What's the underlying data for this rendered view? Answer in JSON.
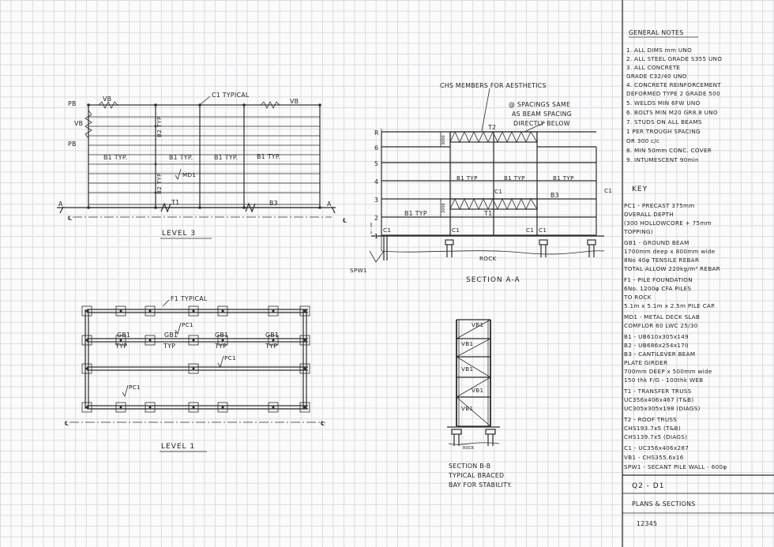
{
  "level3": {
    "title": "LEVEL 3",
    "tags": {
      "c1_typical": "C1 TYPICAL",
      "pb_top": "PB",
      "pb_low": "PB",
      "vb_left": "VB",
      "vb_top_left": "VB",
      "vb_top_right": "VB",
      "b2_typ_upper": "B2 TYP",
      "b2_typ_lower": "B2 TYP",
      "b1_typ_1": "B1 TYP.",
      "b1_typ_2": "B1 TYP.",
      "b1_typ_3": "B1 TYP.",
      "b1_typ_4": "B1 TYP.",
      "md1": "MD1",
      "t1": "T1",
      "b3": "B3",
      "a_left": "A",
      "a_right": "A",
      "cl": "℄"
    }
  },
  "section_aa": {
    "title": "SECTION A-A",
    "callout_chs": "CHS MEMBERS FOR AESTHETICS",
    "callout_spacing": [
      "@ SPACINGS SAME",
      "AS BEAM SPACING",
      "DIRECTLY BELOW"
    ],
    "levels": [
      "R",
      "6",
      "5",
      "4",
      "3",
      "2",
      "1"
    ],
    "t2": "T2",
    "t1": "T1",
    "b1_typ_left": "B1 TYP",
    "b1_typ_a": "B1 TYP",
    "b1_typ_b": "B1 TYP",
    "b1_typ_c": "B1 TYP",
    "b3": "B3",
    "c1_labels": [
      "C1",
      "C1",
      "C1",
      "C1",
      "C1",
      "C1"
    ],
    "rock": "ROCK",
    "spw1": "SPW1",
    "cl": "℄",
    "dim_3000": "3000",
    "dim_2000": "2000"
  },
  "level1": {
    "title": "LEVEL 1",
    "f1_typical": "F1 TYPICAL",
    "gb1": [
      "GB1",
      "GB1",
      "GB1",
      "GB1"
    ],
    "typ": [
      "TYP",
      "TYP",
      "TYP",
      "TYP"
    ],
    "pc1": [
      "PC1",
      "PC1",
      "PC1"
    ],
    "cl_left": "℄",
    "cl_right": "℄"
  },
  "section_bb": {
    "vb1": [
      "VB1",
      "VB1",
      "VB1",
      "VB1",
      "VB1"
    ],
    "rock": "ROCK",
    "caption": [
      "SECTION B-B",
      "TYPICAL BRACED",
      "BAY FOR STABILITY."
    ]
  },
  "notes": {
    "heading": "GENERAL NOTES",
    "items": [
      "1. ALL DIMS mm UNO",
      "2. ALL STEEL GRADE S355 UNO",
      "3. ALL CONCRETE",
      "     GRADE C32/40 UNO",
      "4. CONCRETE REINFORCEMENT",
      "     DEFORMED TYPE 2 GRADE 500",
      "5. WELDS MIN 6FW UNO",
      "6. BOLTS MIN M20 GR8.8 UNO",
      "7. STUDS ON ALL BEAMS",
      "     1 PER TROUGH SPACING",
      "     OR 300 c/c",
      "8. MIN 50mm CONC. COVER",
      "9. INTUMESCENT 90min"
    ]
  },
  "key": {
    "heading": "KEY",
    "items": [
      "PC1 - PRECAST 375mm",
      "     OVERALL DEPTH",
      "     (300 HOLLOWCORE + 75mm",
      "     TOPPING)",
      "GB1 - GROUND BEAM",
      "     1700mm deep x 800mm wide",
      "     8No 40φ TENSILE REBAR",
      "     TOTAL ALLOW 220kg/m³ REBAR",
      "F1 - PILE FOUNDATION",
      "     6No. 1200φ CFA PILES",
      "     TO ROCK",
      "     5.1m x 5.1m x 2.5m PILE CAP.",
      "MD1 - METAL DECK SLAB",
      "     COMFLOR 60 LWC 25/30",
      "B1 - UB610x305x149",
      "B2 - UB686x254x170",
      "B3 - CANTILEVER BEAM",
      "     PLATE GIRDER",
      "     700mm DEEP x 500mm wide",
      "     150 thk F/G - 100thk WEB",
      "T1 - TRANSFER TRUSS",
      "     UC356x406x467 (T&B)",
      "     UC305x305x198 (DIAGS)",
      "T2 - ROOF TRUSS",
      "     CHS193.7x5 (T&B)",
      "     CHS139.7x5 (DIAGS)",
      "C1 - UC356x406x287",
      "VB1 - CHS355.6x16",
      "SPW1 - SECANT PILE WALL - 600φ"
    ]
  },
  "title_block": {
    "project": "Q2 - D1",
    "title": "PLANS & SECTIONS",
    "number": "12345"
  }
}
